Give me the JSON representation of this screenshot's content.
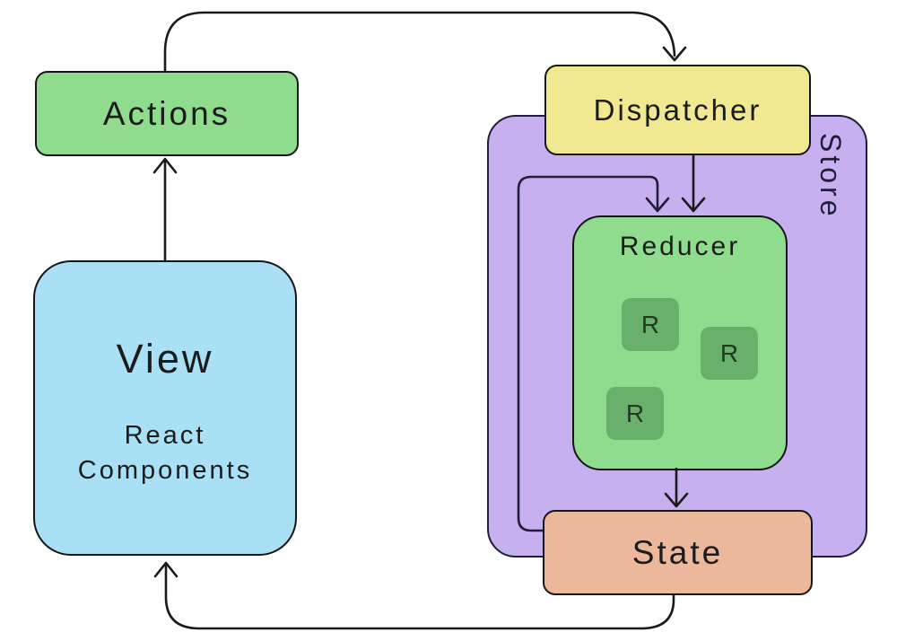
{
  "nodes": {
    "actions": {
      "label": "Actions"
    },
    "view": {
      "title": "View",
      "subtitle": "React Components"
    },
    "dispatcher": {
      "label": "Dispatcher"
    },
    "store": {
      "label": "Store"
    },
    "reducer": {
      "label": "Reducer",
      "chips": [
        "R",
        "R",
        "R"
      ]
    },
    "state": {
      "label": "State"
    }
  },
  "colors": {
    "box_green": "#8FDC8F",
    "chip_green": "#69B06D",
    "view_blue": "#A9E0F5",
    "dispatcher_yellow": "#F0E992",
    "store_purple": "#C6B0F0",
    "state_salmon": "#ECB89C",
    "outline_black": "#161616",
    "store_outline": "#221D38"
  }
}
